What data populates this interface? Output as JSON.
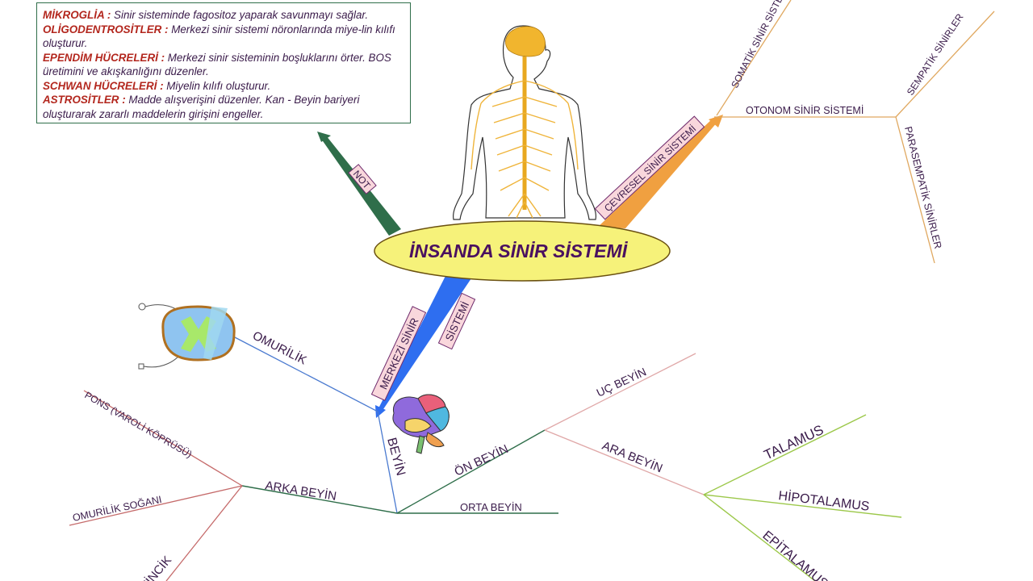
{
  "title": "İNSANDA SİNİR SİSTEMİ",
  "note_box": {
    "entries": [
      {
        "key": "MİKROGLİA :",
        "text": " Sinir sisteminde fagositoz yaparak savunmayı sağlar."
      },
      {
        "key": "OLİGODENTROSİTLER :",
        "text": " Merkezi sinir sistemi nöronlarında miye-lin kılıfı oluşturur."
      },
      {
        "key": "EPENDİM HÜCRELERİ :",
        "text": " Merkezi sinir sisteminin boşluklarını örter. BOS üretimini ve akışkanlığını düzenler."
      },
      {
        "key": "SCHWAN HÜCRELERİ :",
        "text": " Miyelin kılıfı oluşturur."
      },
      {
        "key": "ASTROSİTLER :",
        "text": " Madde alışverişini düzenler. Kan - Beyin bariyeri oluşturarak zararlı maddelerin girişini engeller."
      }
    ]
  },
  "branches": {
    "not": "NOT",
    "cevresel": "ÇEVRESEL SİNİR SİSTEMİ",
    "merkezi_1": "MERKEZİ SİNİR",
    "merkezi_2": "SİSTEMİ"
  },
  "peripheral": {
    "somatik": "SOMATİK SİNİR SİSTEMİ",
    "otonom": "OTONOM SİNİR SİSTEMİ",
    "sempatik": "SEMPATİK SİNİRLER",
    "parasempatik": "PARASEMPATİK SİNİRLER"
  },
  "central": {
    "omurilik": "OMURİLİK",
    "beyin": "BEYİN"
  },
  "brain_parts": {
    "arka_beyin": "ARKA BEYİN",
    "on_beyin": "ÖN BEYİN",
    "orta_beyin": "ORTA BEYİN",
    "uc_beyin": "UÇ BEYİN",
    "ara_beyin": "ARA BEYİN",
    "pons": "PONS (VAROLİ KÖPRÜSÜ)",
    "omurilik_sogani": "OMURİLİK SOĞANI",
    "beyincik": "BEYİNCİK",
    "talamus": "TALAMUS",
    "hipotalamus": "HİPOTALAMUS",
    "epitalamus": "EPİTALAMUS"
  },
  "colors": {
    "not_arrow": "#2f6e4a",
    "cevresel_arrow": "#f0a040",
    "merkezi_arrow": "#2e6ef0",
    "title_fill": "#f6f27a",
    "label_text": "#3a1b4a",
    "note_key": "#b3271e"
  }
}
